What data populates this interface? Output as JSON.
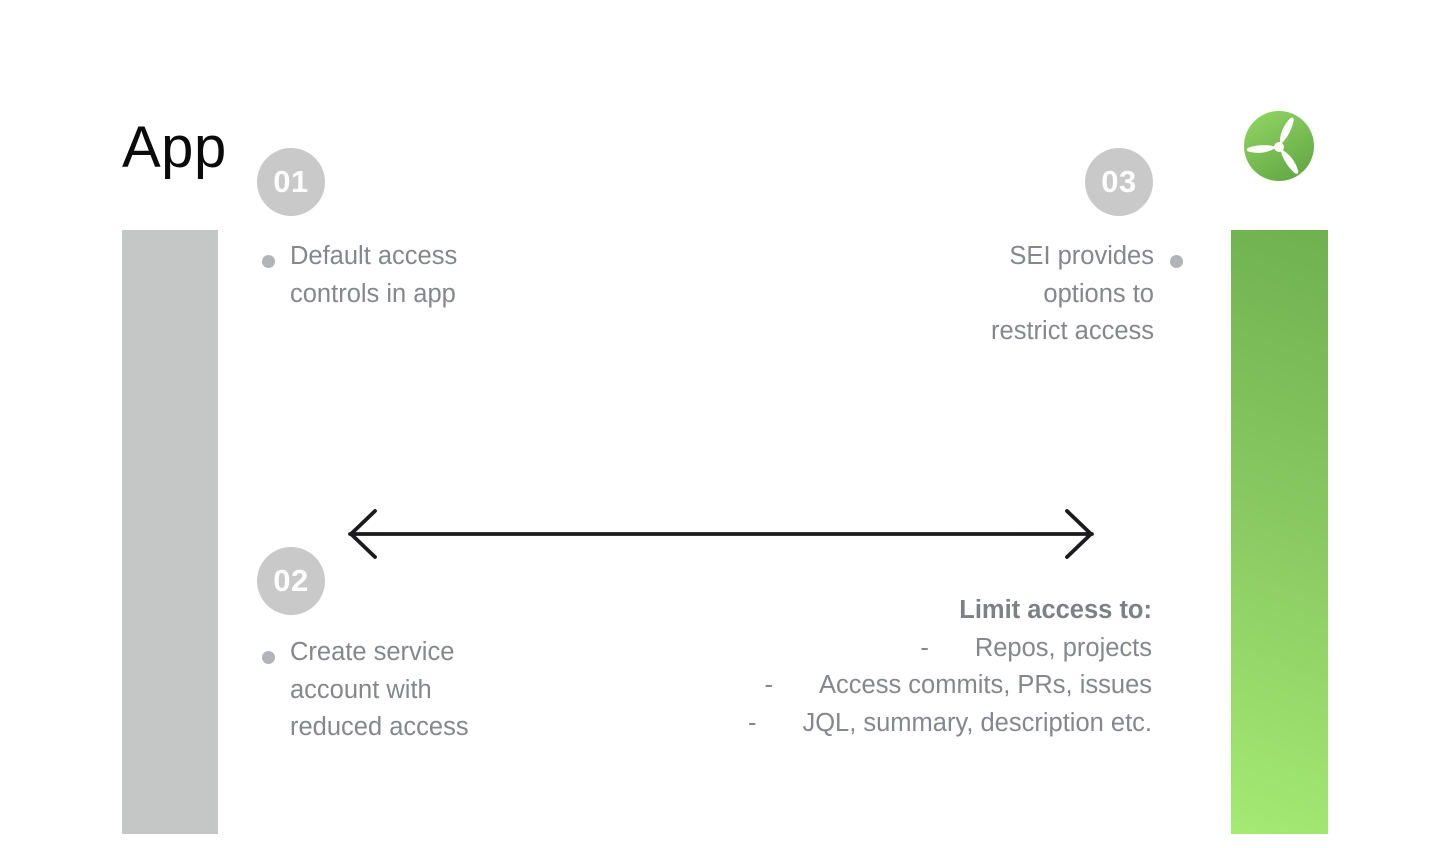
{
  "header": {
    "app_label": "App"
  },
  "steps": [
    {
      "number": "01",
      "lines": [
        "Default access",
        "controls in app"
      ]
    },
    {
      "number": "02",
      "lines": [
        "Create service",
        "account with",
        "reduced access"
      ]
    },
    {
      "number": "03",
      "lines": [
        "SEI provides",
        "options to",
        "restrict access"
      ]
    }
  ],
  "limit_access": {
    "title": "Limit access to:",
    "marker": "-",
    "items": [
      "Repos, projects",
      "Access commits, PRs, issues",
      "JQL, summary, description etc."
    ]
  },
  "colors": {
    "app_bar_gray": "#c5c6c6",
    "sei_bar_green_top": "#6fb150",
    "sei_bar_green_bottom": "#a4ea73",
    "badge_background": "#c9c9c9",
    "badge_number": "#fdfdfd",
    "body_text": "#85878c",
    "arrow": "#1b1b1d",
    "logo_green_light": "#93d766",
    "logo_green_dark": "#67ab47",
    "title_text": "#0b0b0c"
  }
}
